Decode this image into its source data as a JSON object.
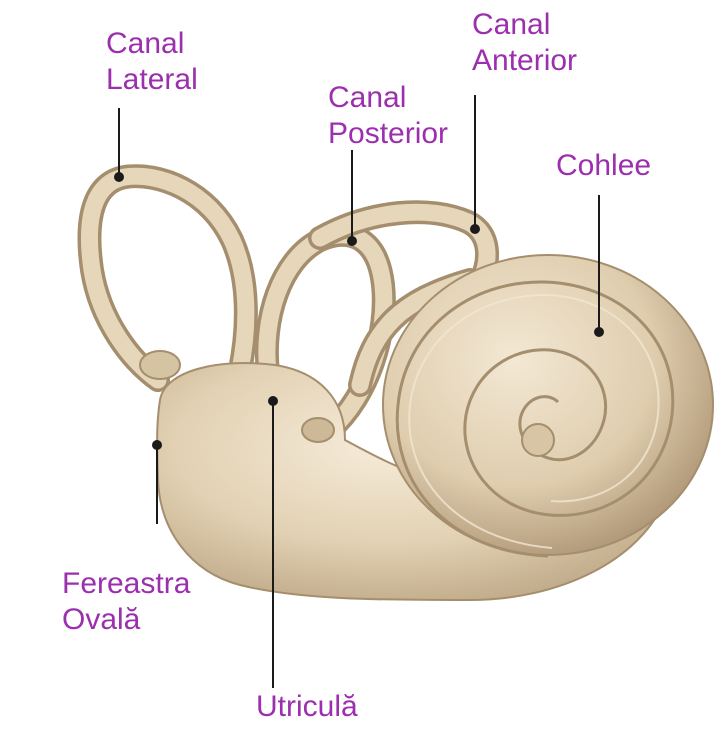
{
  "labels": {
    "canal_lateral": [
      "Canal",
      "Lateral"
    ],
    "canal_posterior": [
      "Canal",
      "Posterior"
    ],
    "canal_anterior": [
      "Canal",
      "Anterior"
    ],
    "cohlee": "Cohlee",
    "fereastra_ovala": [
      "Fereastra",
      "Ovală"
    ],
    "utricula": "Utriculă"
  },
  "colors": {
    "label_text": "#9b2fae",
    "leader_line": "#1a1a1a",
    "tissue": "#e3d3b6",
    "tissue_shadow": "#a48e6d",
    "tissue_highlight": "#f5ebd8"
  }
}
